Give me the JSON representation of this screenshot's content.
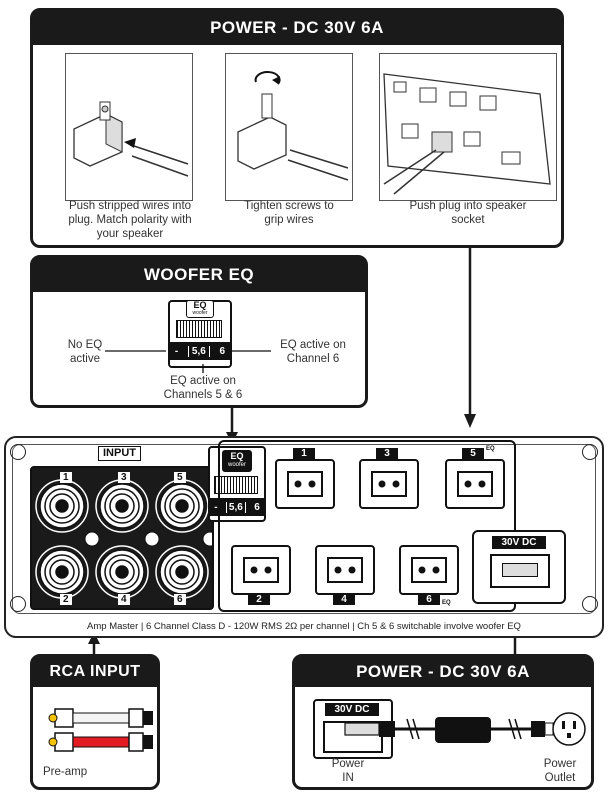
{
  "top_panel": {
    "title": "POWER - DC 30V 6A",
    "steps": [
      "Push stripped wires into plug. Match polarity with your speaker",
      "Tighten screws to grip wires",
      "Push plug into speaker socket"
    ]
  },
  "woofer_panel": {
    "title": "WOOFER EQ",
    "switch_title": "EQ",
    "switch_sub": "woofer",
    "switch_marks": [
      "-",
      "5,6",
      "6"
    ],
    "left_label": "No EQ active",
    "right_label": "EQ active on Channel 6",
    "bottom_label": "EQ active on Channels 5 & 6"
  },
  "amp": {
    "input_label": "INPUT",
    "input_numbers": [
      "1",
      "3",
      "5",
      "2",
      "4",
      "6"
    ],
    "eq_title": "EQ",
    "eq_sub": "woofer",
    "eq_marks": [
      "-",
      "5,6",
      "6"
    ],
    "top_channels": [
      "1",
      "3",
      "5"
    ],
    "bottom_channels": [
      "2",
      "4",
      "6"
    ],
    "eq_tag": "EQ",
    "dc_label": "30V DC",
    "footer": "Amp Master | 6 Channel Class D - 120W RMS 2Ω per channel | Ch 5 & 6 switchable involve woofer EQ"
  },
  "rca_panel": {
    "title": "RCA INPUT",
    "caption": "Pre-amp"
  },
  "power_panel": {
    "title": "POWER - DC 30V 6A",
    "dc_label": "30V DC",
    "in_label": "Power IN",
    "outlet_label": "Power Outlet"
  }
}
